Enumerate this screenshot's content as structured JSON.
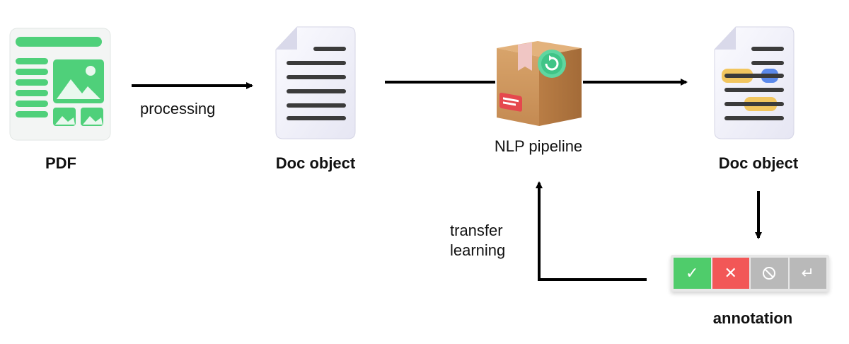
{
  "nodes": {
    "pdf": {
      "label": "PDF"
    },
    "doc1": {
      "label": "Doc object"
    },
    "nlp": {
      "label": "NLP pipeline"
    },
    "doc2": {
      "label": "Doc object"
    },
    "annotation": {
      "label": "annotation"
    }
  },
  "edges": {
    "processing": {
      "label": "processing"
    },
    "transfer_line1": "transfer",
    "transfer_line2": "learning"
  },
  "annotation_buttons": [
    {
      "name": "accept",
      "glyph": "✓",
      "icon": "check-icon",
      "color": "#4fcc6b"
    },
    {
      "name": "reject",
      "glyph": "✕",
      "icon": "close-icon",
      "color": "#f25757"
    },
    {
      "name": "ignore",
      "glyph": "⃠",
      "icon": "no-entry-icon",
      "color": "#b9b9b9"
    },
    {
      "name": "undo",
      "glyph": "↵",
      "icon": "return-icon",
      "color": "#b9b9b9"
    }
  ],
  "colors": {
    "pdf_green": "#4fd07a",
    "box_brown": "#d39a61",
    "highlight_yellow": "#f2c14e",
    "highlight_blue": "#4a7de8",
    "arrow": "#000000"
  }
}
